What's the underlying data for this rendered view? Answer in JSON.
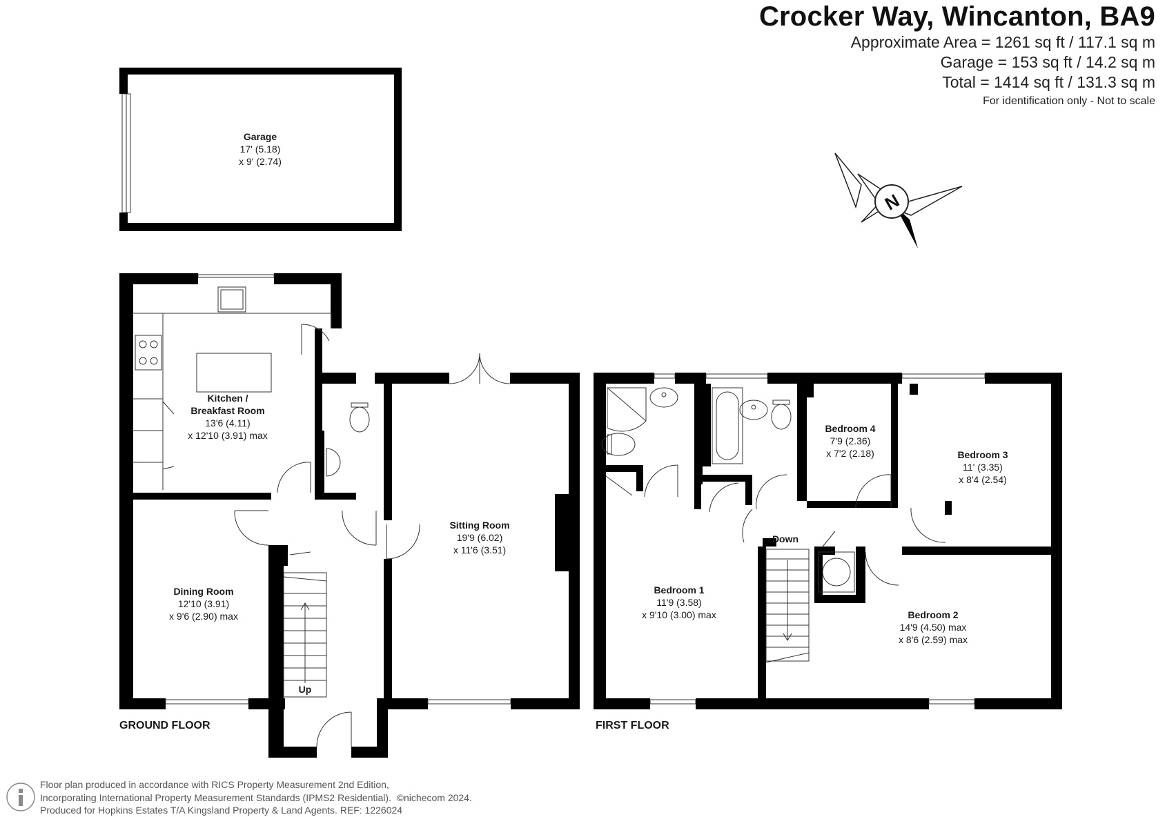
{
  "header": {
    "title": "Crocker Way, Wincanton, BA9",
    "approx_area": "Approximate Area = 1261 sq ft / 117.1 sq m",
    "garage_area": "Garage = 153 sq ft / 14.2 sq m",
    "total_area": "Total = 1414 sq ft / 131.3 sq m",
    "note": "For identification only - Not to scale"
  },
  "compass": {
    "label": "N"
  },
  "garage": {
    "name": "Garage",
    "dim1": "17' (5.18)",
    "dim2": "x 9' (2.74)"
  },
  "ground_floor": {
    "label": "GROUND FLOOR",
    "kitchen": {
      "name1": "Kitchen /",
      "name2": "Breakfast Room",
      "dim1": "13'6 (4.11)",
      "dim2": "x 12'10 (3.91) max"
    },
    "dining": {
      "name": "Dining Room",
      "dim1": "12'10 (3.91)",
      "dim2": "x 9'6 (2.90) max"
    },
    "sitting": {
      "name": "Sitting Room",
      "dim1": "19'9 (6.02)",
      "dim2": "x 11'6 (3.51)"
    },
    "stairs_label": "Up"
  },
  "first_floor": {
    "label": "FIRST FLOOR",
    "bedroom1": {
      "name": "Bedroom 1",
      "dim1": "11'9 (3.58)",
      "dim2": "x 9'10 (3.00) max"
    },
    "bedroom2": {
      "name": "Bedroom 2",
      "dim1": "14'9 (4.50) max",
      "dim2": "x 8'6 (2.59) max"
    },
    "bedroom3": {
      "name": "Bedroom 3",
      "dim1": "11' (3.35)",
      "dim2": "x 8'4 (2.54)"
    },
    "bedroom4": {
      "name": "Bedroom 4",
      "dim1": "7'9 (2.36)",
      "dim2": "x 7'2 (2.18)"
    },
    "stairs_label": "Down"
  },
  "footer": {
    "line1": "Floor plan produced in accordance with RICS Property Measurement 2nd Edition,",
    "line2a": "Incorporating International Property Measurement Standards (IPMS2 Residential).",
    "line2b": "©nichecom 2024.",
    "line3": "Produced for Hopkins Estates T/A Kingsland Property & Land Agents.   REF:  1226024"
  },
  "colors": {
    "wall": "#000000",
    "fixture": "#555555",
    "text": "#1a1a1a"
  }
}
